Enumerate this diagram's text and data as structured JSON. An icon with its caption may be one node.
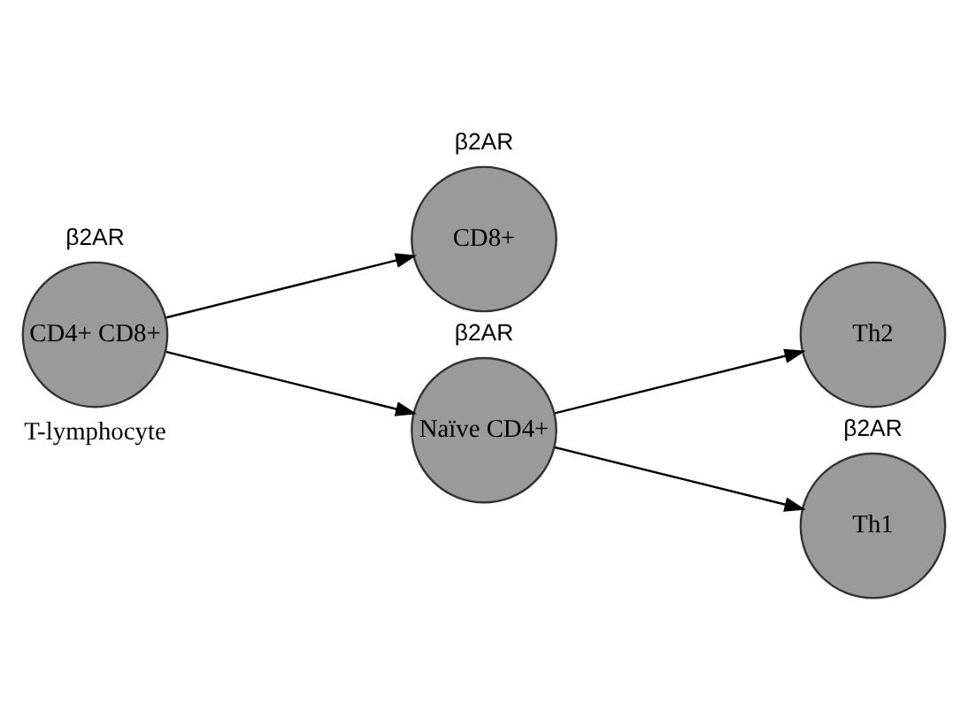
{
  "diagram": {
    "nodes": [
      {
        "text": [
          "CD4+ CD8+"
        ],
        "beside": [
          "β2AR",
          "T-lymphocyte"
        ]
      },
      {
        "text": [
          "CD8+"
        ],
        "beside": [
          "β2AR"
        ]
      },
      {
        "text": [
          "Naïve CD4+"
        ],
        "beside": [
          "β2AR"
        ]
      },
      {
        "text": [
          "Th1"
        ],
        "beside": [
          "β2AR"
        ]
      },
      {
        "text": [
          "Th2"
        ]
      }
    ],
    "edges": [
      {
        "from": 0,
        "to": 1,
        "arrow": "to"
      },
      {
        "from": 0,
        "to": 2,
        "arrow": "to"
      },
      {
        "from": 2,
        "to": 3,
        "arrow": "to"
      },
      {
        "from": 2,
        "to": 4,
        "arrow": "to"
      }
    ]
  }
}
